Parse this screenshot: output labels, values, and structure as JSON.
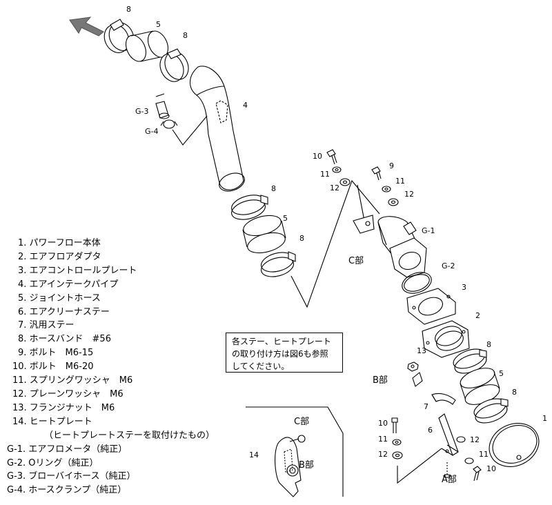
{
  "parts_list": [
    {
      "text": "1. パワーフロー本体"
    },
    {
      "text": "2. エアフロアダプタ"
    },
    {
      "text": "3. エアコントロールプレート"
    },
    {
      "text": "4. エアインテークパイプ"
    },
    {
      "text": "5. ジョイントホース"
    },
    {
      "text": "6. エアクリーナステー"
    },
    {
      "text": "7. 汎用ステー"
    },
    {
      "text": "8. ホースバンド　#56"
    },
    {
      "text": "9. ボルト　M6-15"
    },
    {
      "text": "10. ボルト　M6-20"
    },
    {
      "text": "11. スプリングワッシャ　M6"
    },
    {
      "text": "12. プレーンワッシャ　M6"
    },
    {
      "text": "13. フランジナット　M6"
    },
    {
      "text": "14. ヒートプレート"
    },
    {
      "text": "（ヒートプレートステーを取付けたもの）"
    },
    {
      "text": "G-1. エアフロメータ（純正）"
    },
    {
      "text": "G-2. Oリング（純正）"
    },
    {
      "text": "G-3. ブローバイホース（純正）"
    },
    {
      "text": "G-4. ホースクランプ（純正）"
    }
  ],
  "note": {
    "line1": "各ステー、ヒートプレート",
    "line2": "の取り付け方は図6も参照",
    "line3": "してください。"
  },
  "callouts": {
    "n8a": "8",
    "n5a": "5",
    "n8b": "8",
    "n4": "4",
    "g3": "G-3",
    "g4": "G-4",
    "n8c": "8",
    "n5b": "5",
    "n8d": "8",
    "n10a": "10",
    "n11a": "11",
    "n12a": "12",
    "n9": "9",
    "n11b": "11",
    "n12b": "12",
    "g1": "G-1",
    "g2": "G-2",
    "n3": "3",
    "n2": "2",
    "c_part": "C部",
    "n8e": "8",
    "n5c": "5",
    "n8f": "8",
    "n1": "1",
    "n13": "13",
    "b_part": "B部",
    "n7": "7",
    "n6": "6",
    "n10b": "10",
    "n11c": "11",
    "n12c": "12",
    "n12d": "12",
    "n11d": "11",
    "n10c": "10",
    "a_part": "A部",
    "n14": "14",
    "c_part2": "C部",
    "b_part2": "B部"
  },
  "colors": {
    "line": "#000000",
    "arrow": "#777777",
    "fill": "#ffffff"
  }
}
